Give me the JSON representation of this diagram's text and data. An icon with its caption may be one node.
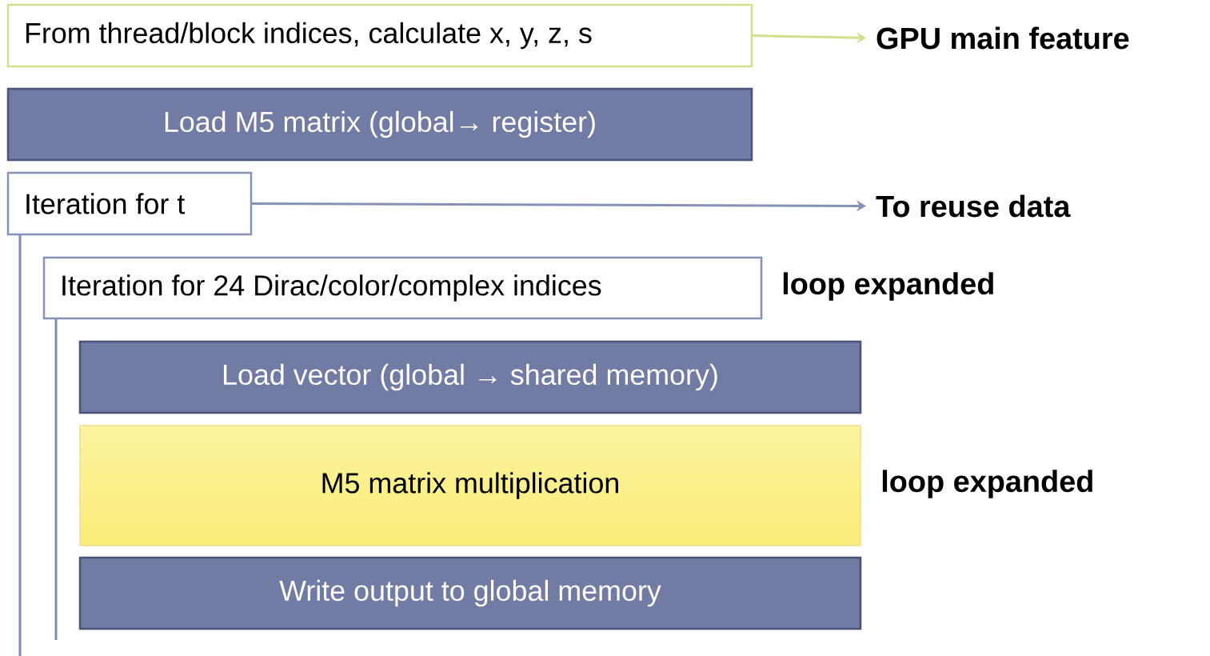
{
  "diagram": {
    "nodes": [
      {
        "text": [
          "From thread/block indices, calculate x, y, z, s"
        ]
      },
      {
        "text": [
          "GPU main feature"
        ]
      },
      {
        "text": [
          "Load M5 matrix (global→ register)"
        ]
      },
      {
        "text": [
          "Iteration for t"
        ]
      },
      {
        "text": [
          "To reuse data"
        ]
      },
      {
        "text": [
          "Iteration for 24 Dirac/color/complex indices"
        ],
        "beside": [
          "loop expanded"
        ]
      },
      {
        "text": [
          "Load vector  (global → shared memory)"
        ]
      },
      {
        "text": [
          "M5 matrix multiplication"
        ],
        "beside": [
          "loop expanded"
        ]
      },
      {
        "text": [
          "Write output to global memory"
        ]
      }
    ],
    "edges": [
      {
        "from": 0,
        "to": 1,
        "arrow": "to",
        "color": "#d3df8c"
      },
      {
        "from": 3,
        "to": 4,
        "arrow": "to",
        "color": "#8790b5"
      }
    ]
  }
}
